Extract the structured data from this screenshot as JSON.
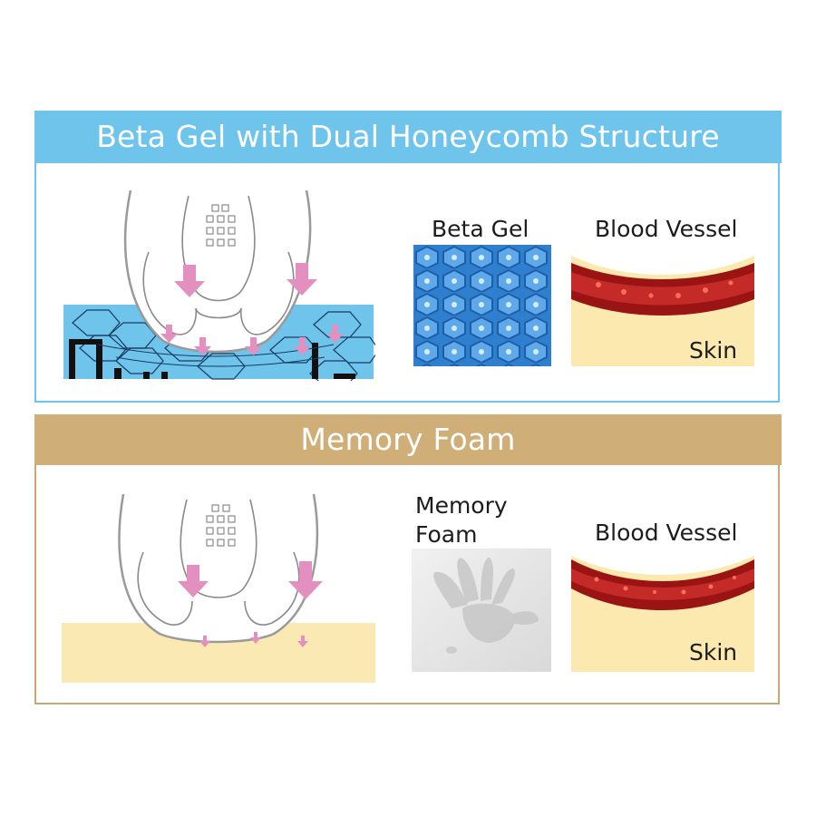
{
  "beta_gel_section": {
    "title": "Beta Gel with Dual Honeycomb Structure",
    "material_label": "Beta Gel",
    "vessel_label": "Blood Vessel",
    "skin_label": "Skin",
    "colors": {
      "accent": "#6fc4ec",
      "cushion": "#6fc4ec",
      "honeycomb": "#3a8fd4"
    }
  },
  "memory_foam_section": {
    "title": "Memory Foam",
    "material_label_line1": "Memory",
    "material_label_line2": "Foam",
    "vessel_label": "Blood Vessel",
    "skin_label": "Skin",
    "colors": {
      "accent": "#cfae78",
      "cushion": "#fbe9b4",
      "foam": "#e6e6e6"
    }
  },
  "icons": {
    "pressure_arrow": "pressure-arrow-icon",
    "pelvis": "pelvis-skeleton-icon"
  }
}
